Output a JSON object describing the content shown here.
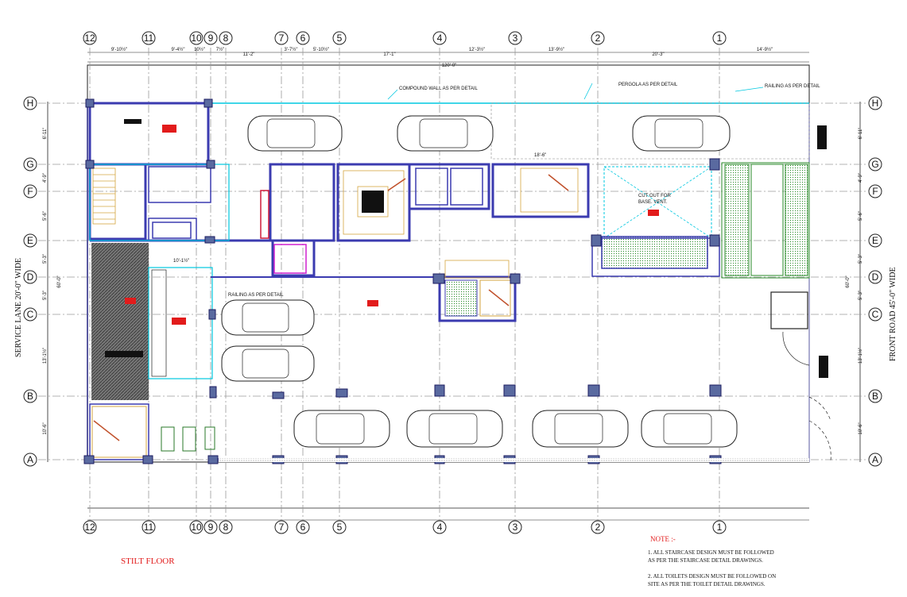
{
  "grid": {
    "columns": [
      "12",
      "11",
      "10",
      "9",
      "8",
      "7",
      "6",
      "5",
      "4",
      "3",
      "2",
      "1"
    ],
    "rows": [
      "H",
      "G",
      "F",
      "E",
      "D",
      "C",
      "B",
      "A"
    ]
  },
  "dimensions_top": [
    "9'-10½\"",
    "9'-4½\"",
    "10½\"",
    "7½\"",
    "11'-2\"",
    "3'-7½\"",
    "5'-10½\"",
    "17'-1\"",
    "12'-3½\"",
    "13'-9½\"",
    "20'-3\"",
    "14'-9½\""
  ],
  "overall_dim": "120'-0\"",
  "left_dims": [
    "6'-11\"",
    "4'-9\"",
    "5'-6\"",
    "5'-3\"",
    "5'-3\"",
    "13'-1½\"",
    "10'-6\""
  ],
  "overall_side_dim": "60'-0\"",
  "labels": {
    "compound_wall": "COMPOUND WALL AS PER DETAIL",
    "pergola": "PERGOLA AS PER DETAIL",
    "railing_top": "RAILING AS PER DETAIL",
    "railing_mid": "RAILING AS PER DETAIL",
    "cutout": "CUT OUT FOR",
    "cutout2": "BASE. VENT.",
    "inner_dim": "10'-1½\"",
    "stair_dim": "18'-6\"",
    "service_lane": "SERVICE LANE 20'-0\" WIDE",
    "front_road": "FRONT ROAD 45'-0\" WIDE"
  },
  "title": "STILT FLOOR",
  "note": {
    "heading": "NOTE :-",
    "line1a": "1. ALL STAIRCASE DESIGN MUST BE FOLLOWED",
    "line1b": "AS PER THE STAIRCASE DETAIL DRAWINGS.",
    "line2a": "2. ALL TOILETS DESIGN MUST BE FOLLOWED ON",
    "line2b": "SITE AS PER THE TOILET DETAIL DRAWINGS."
  },
  "colors": {
    "wall": "#3b3bb0",
    "railing": "#00c8e0",
    "title": "#e21b1b",
    "column": "#5a6aa0"
  }
}
